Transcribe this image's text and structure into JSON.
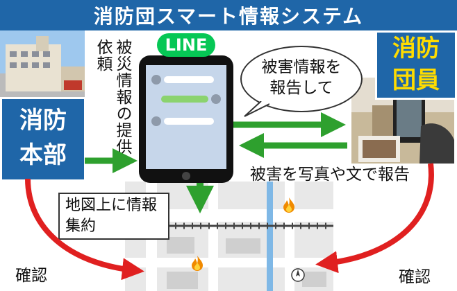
{
  "title": "消防団スマート情報システム",
  "nodes": {
    "hq_label": "消防本部",
    "member_label": "消防団員",
    "app_label": "LINE"
  },
  "annotations": {
    "request": "被災情報の提供依頼",
    "speech": "被害情報を報告して",
    "report": "被害を写真や文で報告",
    "map_box": "地図上に情報集約",
    "confirm_left": "確認",
    "confirm_right": "確認"
  },
  "colors": {
    "title_bg": "#1f66a8",
    "arrow_green": "#2ea02e",
    "arrow_red": "#e02020",
    "line_green": "#06c755",
    "map_bg": "#e8e8e8",
    "river_blue": "#7fb8e6"
  },
  "icons": [
    "fire-icon",
    "compass-icon",
    "chat-bubble-icon"
  ]
}
